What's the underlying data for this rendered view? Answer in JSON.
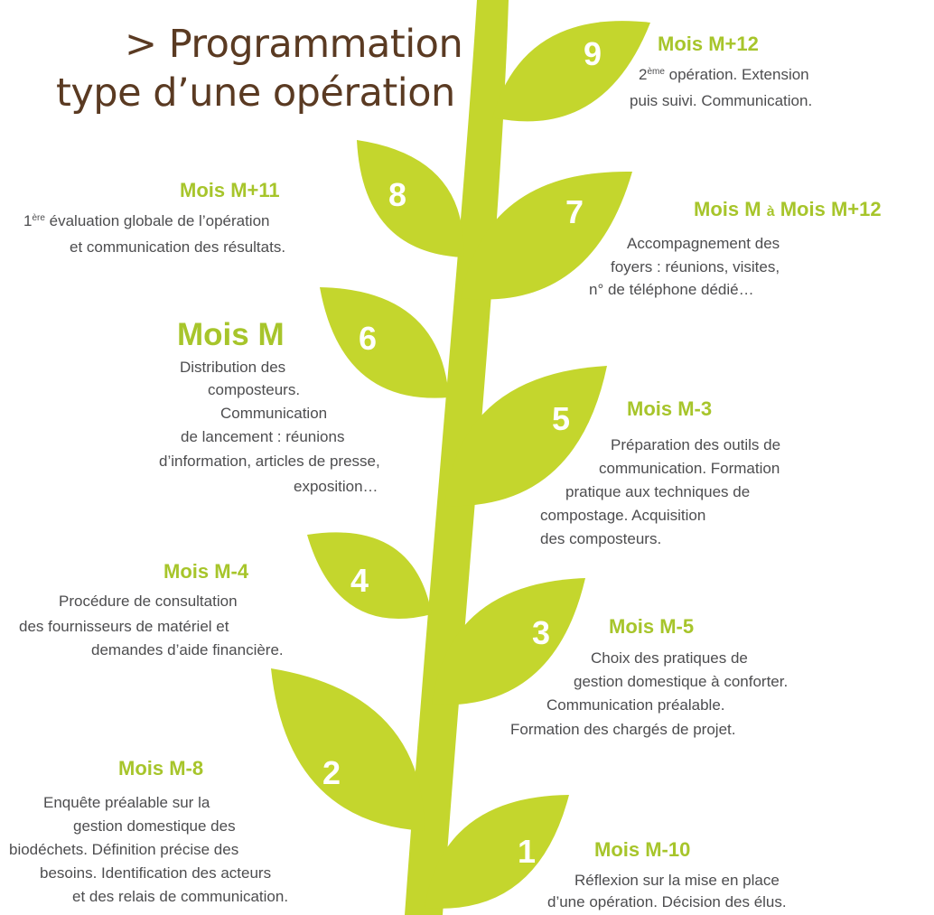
{
  "title": {
    "line1": "> Programmation",
    "line2": "type d’une opération"
  },
  "colors": {
    "stem": "#c4d62d",
    "leaf": "#c4d62d",
    "heading": "#a7c52b",
    "title": "#5a3a22",
    "body": "#4d4d4f",
    "leaf_number": "#ffffff"
  },
  "steps": [
    {
      "number": "1",
      "heading": "Mois M-10",
      "lines": [
        "Réflexion sur la mise en place",
        "d’une opération. Décision des élus."
      ]
    },
    {
      "number": "2",
      "heading": "Mois M-8",
      "lines": [
        "Enquête préalable sur la",
        "gestion domestique des",
        "biodéchets. Définition précise des",
        "besoins. Identification des acteurs",
        "et des relais de communication."
      ]
    },
    {
      "number": "3",
      "heading": "Mois M-5",
      "lines": [
        "Choix des pratiques de",
        "gestion domestique à conforter.",
        "Communication préalable.",
        "Formation des chargés de projet."
      ]
    },
    {
      "number": "4",
      "heading": "Mois M-4",
      "lines": [
        "Procédure de consultation",
        "des fournisseurs de matériel et",
        "demandes d’aide financière."
      ]
    },
    {
      "number": "5",
      "heading": "Mois M-3",
      "lines": [
        "Préparation des outils de",
        "communication. Formation",
        "pratique aux techniques de",
        "compostage. Acquisition",
        "des composteurs."
      ]
    },
    {
      "number": "6",
      "heading": "Mois M",
      "lines": [
        "Distribution des",
        "composteurs.",
        "Communication",
        "de lancement : réunions",
        "d’information, articles de presse,",
        "exposition…"
      ]
    },
    {
      "number": "7",
      "heading_a": "Mois M",
      "heading_connector": "à",
      "heading_b": "Mois M+12",
      "lines": [
        "Accompagnement des",
        "foyers : réunions, visites,",
        "n° de téléphone dédié…"
      ]
    },
    {
      "number": "8",
      "heading": "Mois M+11",
      "line1_sup_base": "1",
      "line1_sup": "ère",
      "line1_rest": " évaluation globale de l’opération",
      "lines": [
        "et communication des résultats."
      ]
    },
    {
      "number": "9",
      "heading": "Mois M+12",
      "line1_sup_base": "2",
      "line1_sup": "ème",
      "line1_rest": " opération. Extension",
      "lines": [
        "puis suivi. Communication."
      ]
    }
  ]
}
